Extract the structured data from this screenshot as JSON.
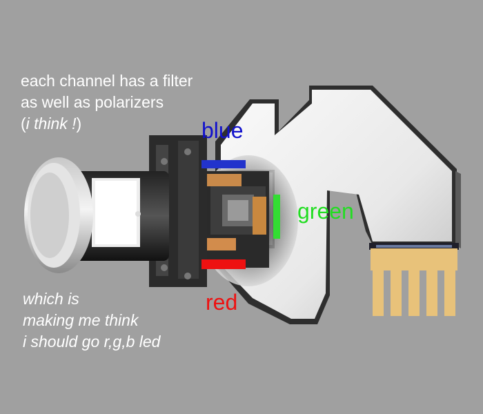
{
  "annotations": {
    "top_line1": "each channel has a filter",
    "top_line2": "as well as polarizers",
    "top_line3_open": "(",
    "top_line3_italic": "i think !",
    "top_line3_close": ")",
    "bottom_line1": "which is",
    "bottom_line2": "making me think",
    "bottom_line3": "i should go r,g,b led"
  },
  "labels": {
    "blue": "blue",
    "green": "green",
    "red": "red"
  },
  "colors": {
    "background": "#a0a0a0",
    "blue": "#1111cc",
    "green": "#22dd22",
    "red": "#ee1111",
    "heatsink": "#e8c27a"
  }
}
